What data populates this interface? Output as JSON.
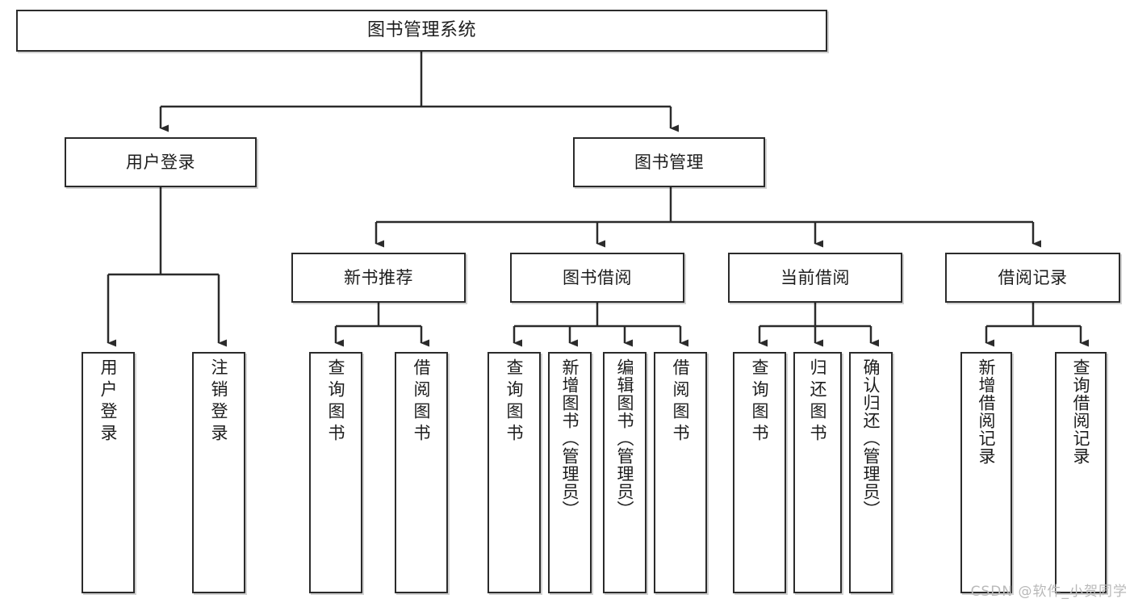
{
  "diagram": {
    "title": "图书管理系统",
    "type": "hierarchy-tree",
    "root": {
      "label": "图书管理系统"
    },
    "level2": [
      {
        "label": "用户登录"
      },
      {
        "label": "图书管理"
      }
    ],
    "level3": [
      {
        "label": "新书推荐"
      },
      {
        "label": "图书借阅"
      },
      {
        "label": "当前借阅"
      },
      {
        "label": "借阅记录"
      }
    ],
    "leaves": [
      {
        "label": "用户登录",
        "parent": "用户登录"
      },
      {
        "label": "注销登录",
        "parent": "用户登录"
      },
      {
        "label": "查询图书",
        "parent": "新书推荐"
      },
      {
        "label": "借阅图书",
        "parent": "新书推荐"
      },
      {
        "label": "查询图书",
        "parent": "图书借阅"
      },
      {
        "label": "新增图书（管理员）",
        "parent": "图书借阅"
      },
      {
        "label": "编辑图书（管理员）",
        "parent": "图书借阅"
      },
      {
        "label": "借阅图书",
        "parent": "图书借阅"
      },
      {
        "label": "查询图书",
        "parent": "当前借阅"
      },
      {
        "label": "归还图书",
        "parent": "当前借阅"
      },
      {
        "label": "确认归还（管理员）",
        "parent": "当前借阅"
      },
      {
        "label": "新增借阅记录",
        "parent": "借阅记录"
      },
      {
        "label": "查询借阅记录",
        "parent": "借阅记录"
      }
    ]
  },
  "watermark": {
    "text": "CSDN @软件_小贺同学"
  },
  "colors": {
    "border": "#2b2b2b",
    "background": "#ffffff",
    "text": "#1d1d1d",
    "watermark": "#b9b9b9"
  }
}
